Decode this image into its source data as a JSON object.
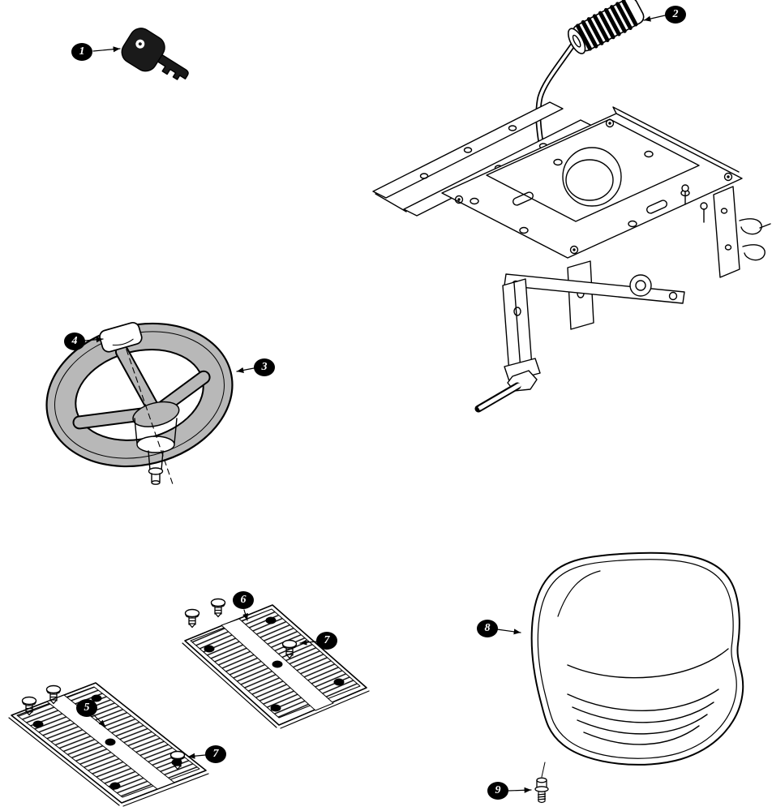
{
  "colors": {
    "background": "#ffffff",
    "line": "#000000",
    "callout_bg": "#000000",
    "callout_text": "#ffffff",
    "steering_wheel_fill": "#b8b8b8"
  },
  "callouts": {
    "c1": {
      "label": "1"
    },
    "c2": {
      "label": "2"
    },
    "c3": {
      "label": "3"
    },
    "c4": {
      "label": "4"
    },
    "c5": {
      "label": "5"
    },
    "c6": {
      "label": "6"
    },
    "c7a": {
      "label": "7"
    },
    "c7b": {
      "label": "7"
    },
    "c8": {
      "label": "8"
    },
    "c9": {
      "label": "9"
    }
  }
}
